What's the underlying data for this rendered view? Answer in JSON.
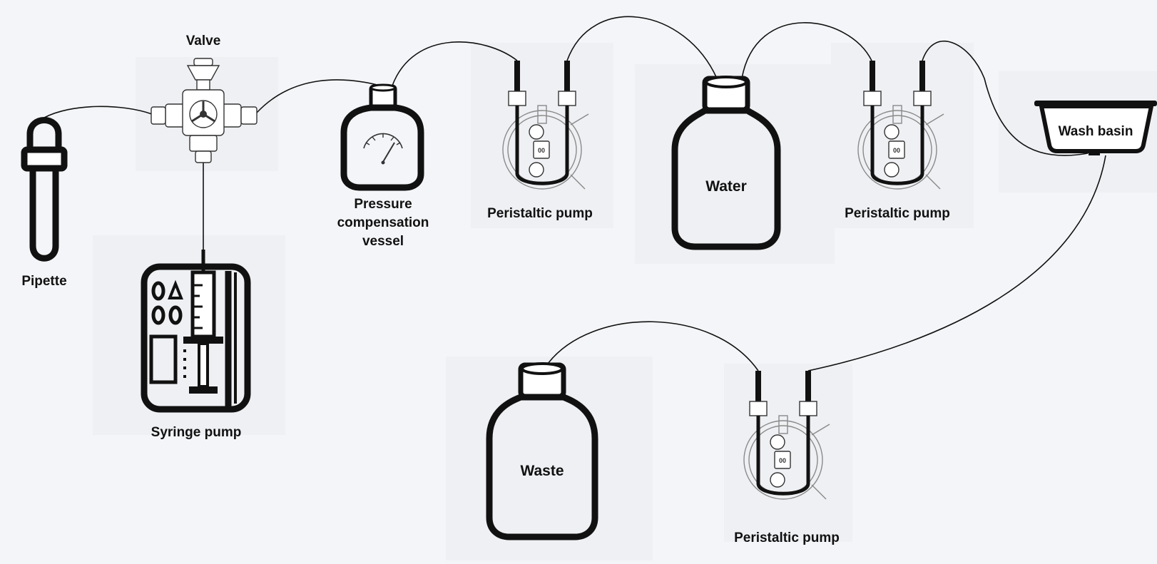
{
  "diagram": {
    "labels": {
      "valve": "Valve",
      "pipette": "Pipette",
      "syringe_pump": "Syringe pump",
      "pressure_line1": "Pressure",
      "pressure_line2": "compensation",
      "pressure_line3": "vessel",
      "peristaltic_pump_1": "Peristaltic pump",
      "water": "Water",
      "peristaltic_pump_2": "Peristaltic pump",
      "wash_basin": "Wash basin",
      "waste": "Waste",
      "peristaltic_pump_3": "Peristaltic pump"
    },
    "colors": {
      "background": "#f4f5f8",
      "line": "#111111"
    }
  }
}
